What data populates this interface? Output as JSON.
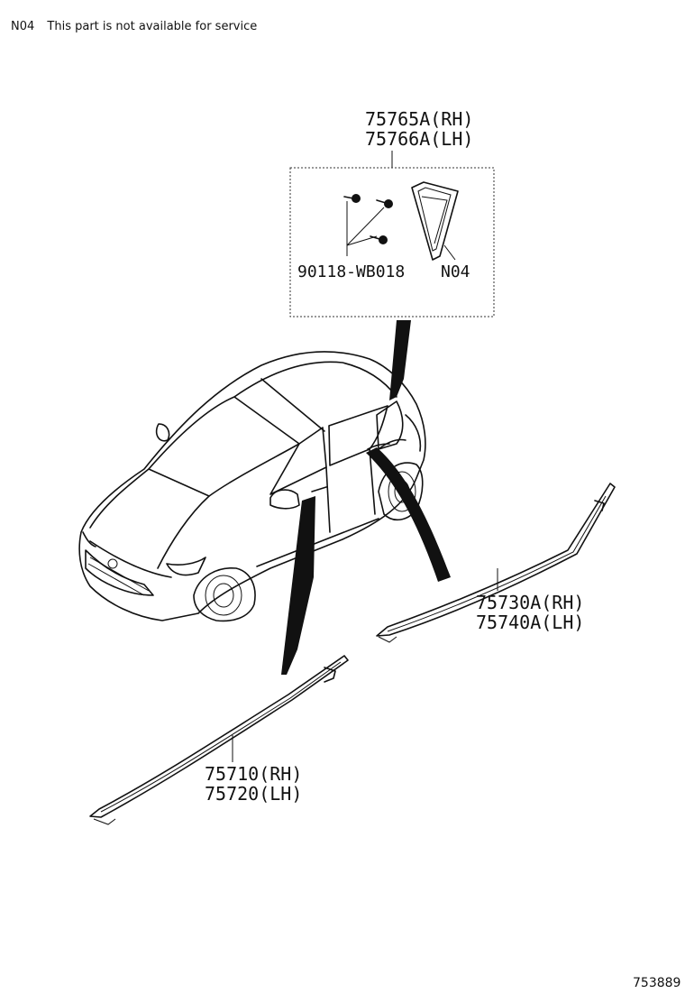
{
  "note": {
    "code": "N04",
    "text": "This part is not available for service"
  },
  "callouts": {
    "quarter_glass_rh": "75765A(RH)",
    "quarter_glass_lh": "75766A(LH)",
    "bolt": "90118-WB018",
    "not_serviceable_mark": "N04",
    "rear_belt_rh": "75730A(RH)",
    "rear_belt_lh": "75740A(LH)",
    "front_belt_rh": "75710(RH)",
    "front_belt_lh": "75720(LH)"
  },
  "illustration_id": "753889"
}
